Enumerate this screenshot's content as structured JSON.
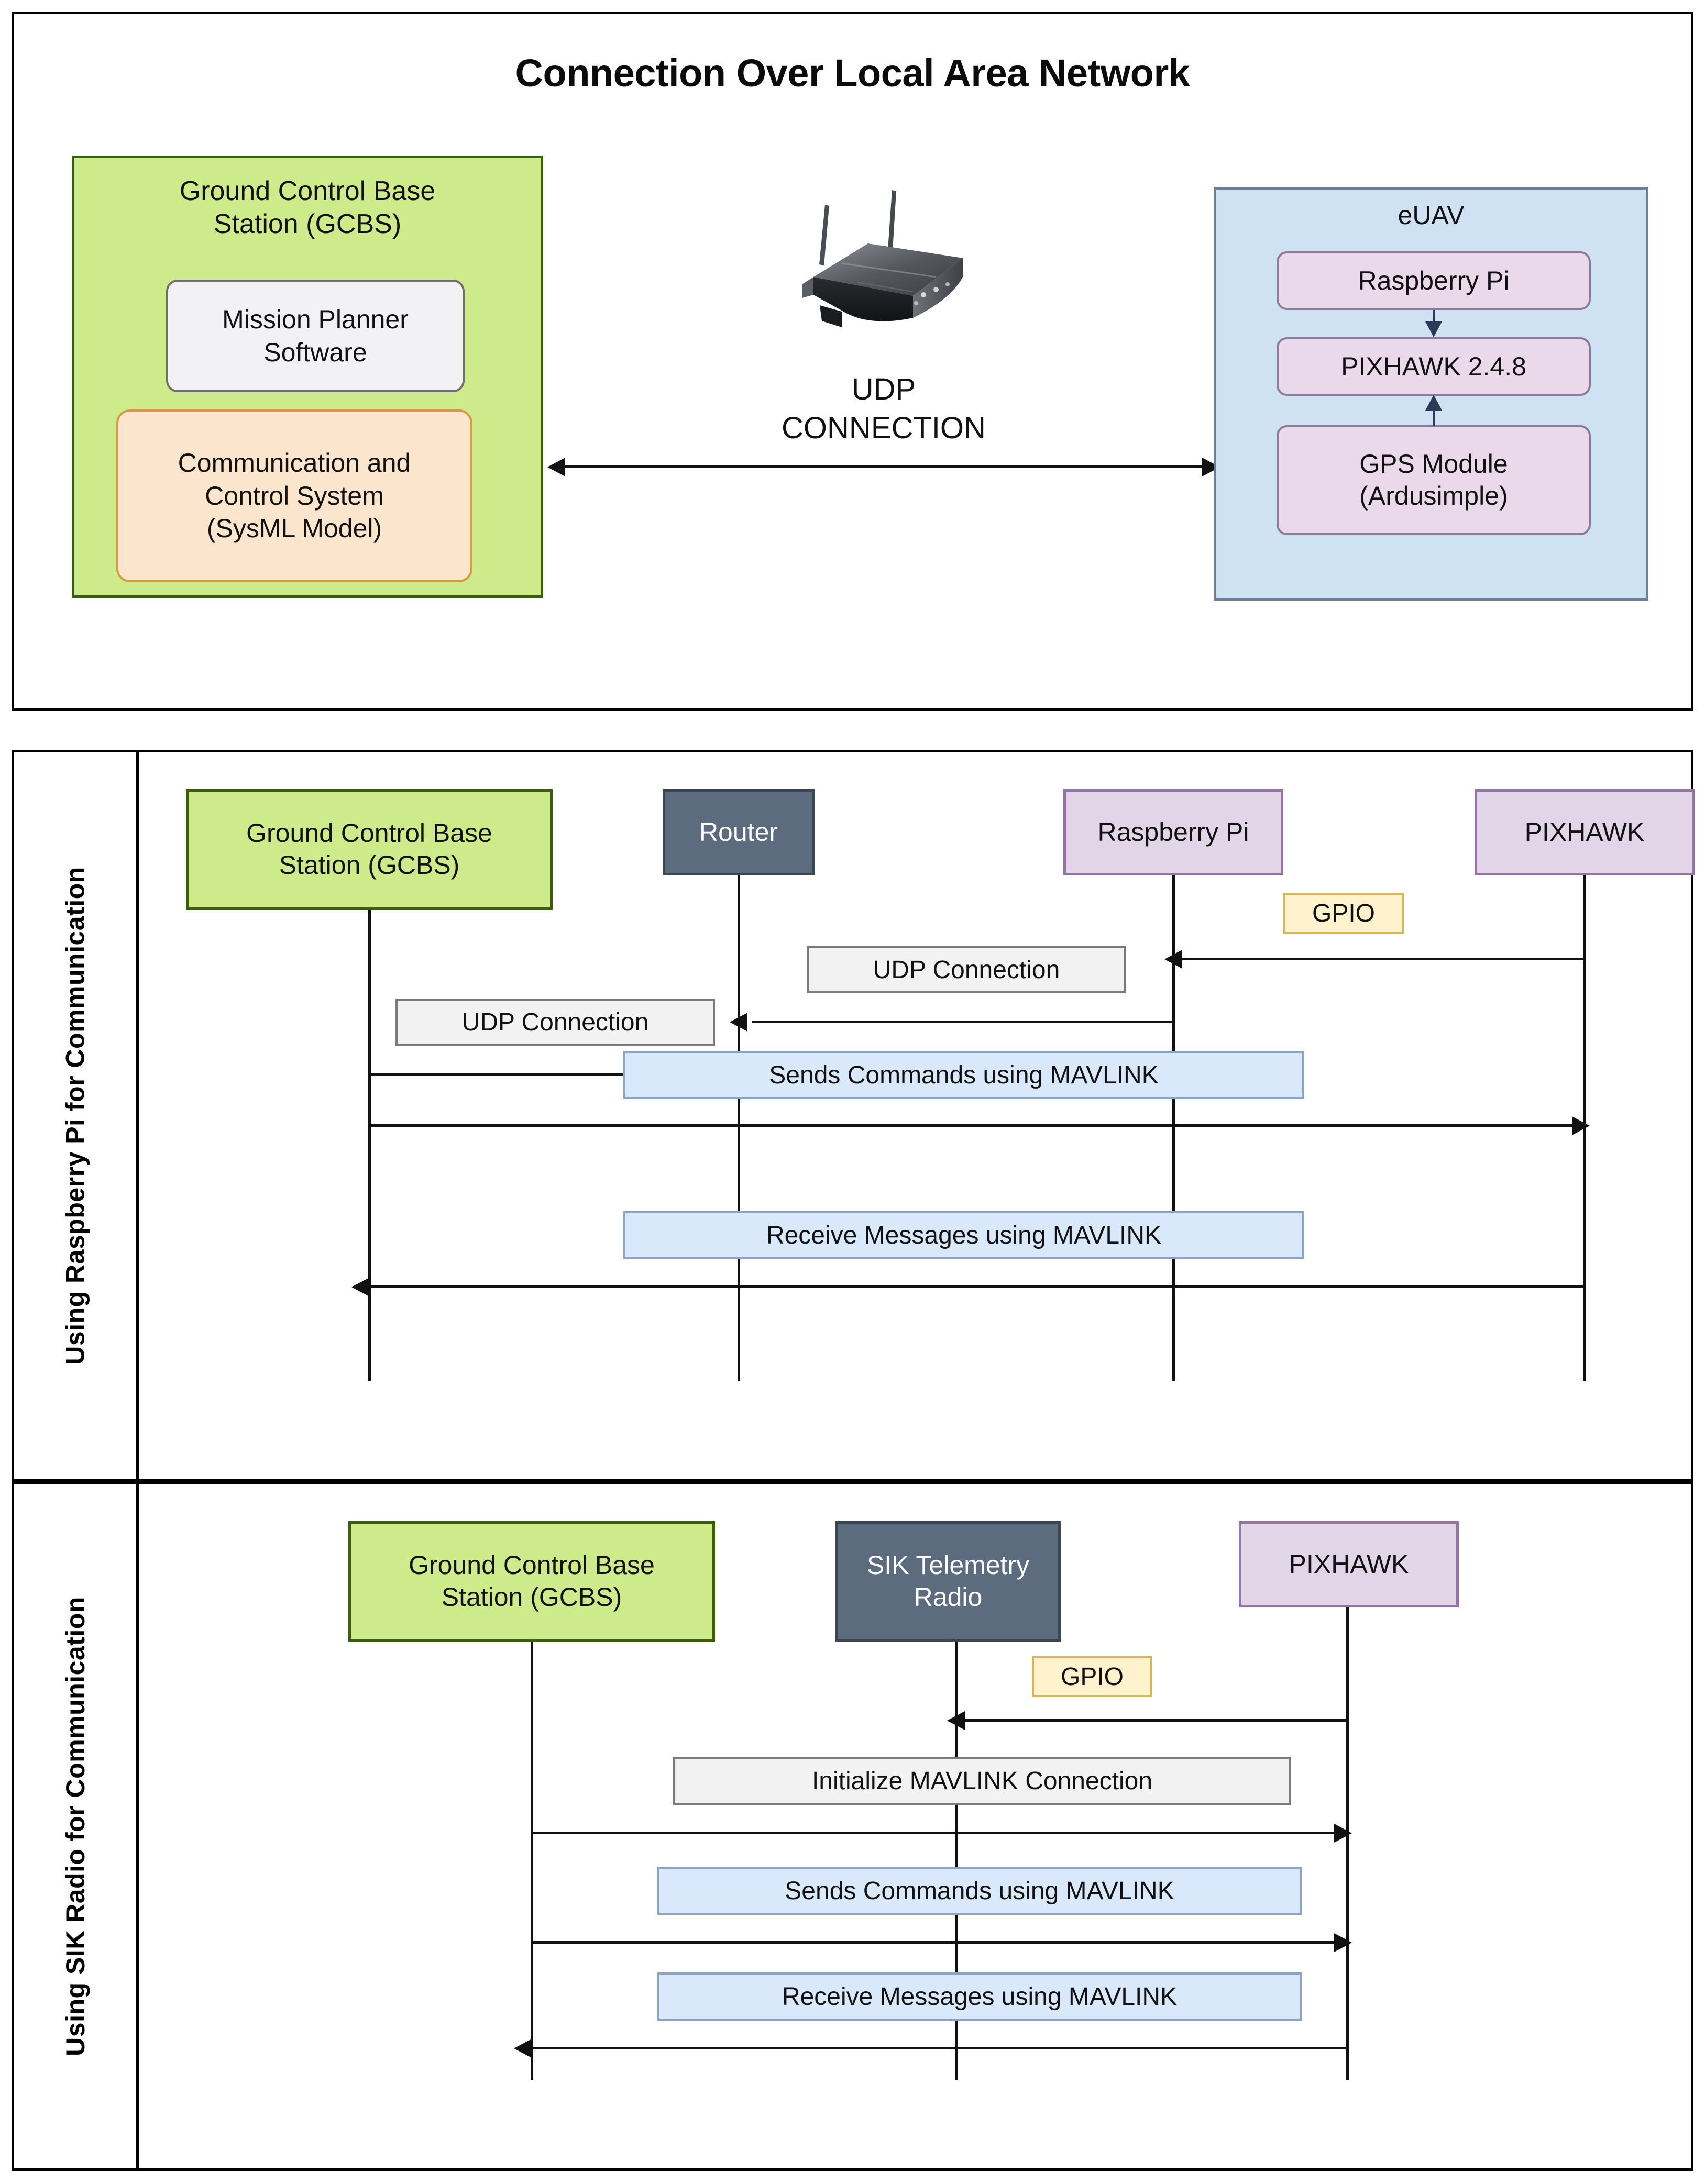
{
  "overview": {
    "title": "Connection Over Local Area Network",
    "gcbs": {
      "title": "Ground Control Base\nStation (GCBS)",
      "mission_planner": "Mission Planner\nSoftware",
      "comm_control": "Communication and\nControl System\n(SysML Model)",
      "fill": "#cdeb8b",
      "border": "#3a5f0b"
    },
    "link": {
      "label": "UDP\nCONNECTION",
      "router_icon": "wireless-router-icon"
    },
    "euav": {
      "title": "eUAV",
      "fill": "#cfe2f3",
      "items": [
        {
          "label": "Raspberry Pi"
        },
        {
          "label": "PIXHAWK 2.4.8"
        },
        {
          "label": "GPS Module\n(Ardusimple)"
        }
      ]
    }
  },
  "rpi_panel": {
    "side_label": "Using Raspberry Pi for Communication",
    "actors": [
      {
        "label": "Ground Control Base\nStation (GCBS)",
        "style": "green"
      },
      {
        "label": "Router",
        "style": "dark"
      },
      {
        "label": "Raspberry Pi",
        "style": "purple"
      },
      {
        "label": "PIXHAWK",
        "style": "purple"
      }
    ],
    "messages": [
      {
        "label": "GPIO",
        "style": "yellow",
        "from": "PIXHAWK",
        "to": "Raspberry Pi"
      },
      {
        "label": "UDP Connection",
        "style": "gray",
        "from": "Raspberry Pi",
        "to": "Router"
      },
      {
        "label": "UDP Connection",
        "style": "gray",
        "from": "Ground Control Base Station (GCBS)",
        "to": "Router"
      },
      {
        "label": "Sends Commands using MAVLINK",
        "style": "blue",
        "from": "Ground Control Base Station (GCBS)",
        "to": "PIXHAWK"
      },
      {
        "label": "Receive Messages using MAVLINK",
        "style": "blue",
        "from": "PIXHAWK",
        "to": "Ground Control Base Station (GCBS)"
      }
    ]
  },
  "sik_panel": {
    "side_label": "Using SIK Radio for Communication",
    "actors": [
      {
        "label": "Ground Control Base\nStation (GCBS)",
        "style": "green"
      },
      {
        "label": "SIK Telemetry\nRadio",
        "style": "dark"
      },
      {
        "label": "PIXHAWK",
        "style": "purple"
      }
    ],
    "messages": [
      {
        "label": "GPIO",
        "style": "yellow",
        "from": "PIXHAWK",
        "to": "SIK Telemetry Radio"
      },
      {
        "label": "Initialize MAVLINK Connection",
        "style": "gray",
        "from": "Ground Control Base Station (GCBS)",
        "to": "PIXHAWK"
      },
      {
        "label": "Sends Commands using MAVLINK",
        "style": "blue",
        "from": "Ground Control Base Station (GCBS)",
        "to": "PIXHAWK"
      },
      {
        "label": "Receive Messages using MAVLINK",
        "style": "blue",
        "from": "PIXHAWK",
        "to": "Ground Control Base Station (GCBS)"
      }
    ]
  },
  "colors": {
    "green_fill": "#cdeb8b",
    "green_border": "#3a5f0b",
    "blue_fill": "#cfe2f3",
    "purple_fill": "#e1d5e7",
    "purple_border": "#9673a6",
    "dark_fill": "#5d6b7f",
    "orange_fill": "#fce5cd",
    "yellow_fill": "#fff2cc",
    "msg_blue_fill": "#dae8fc",
    "msg_gray_fill": "#f2f2f2"
  }
}
